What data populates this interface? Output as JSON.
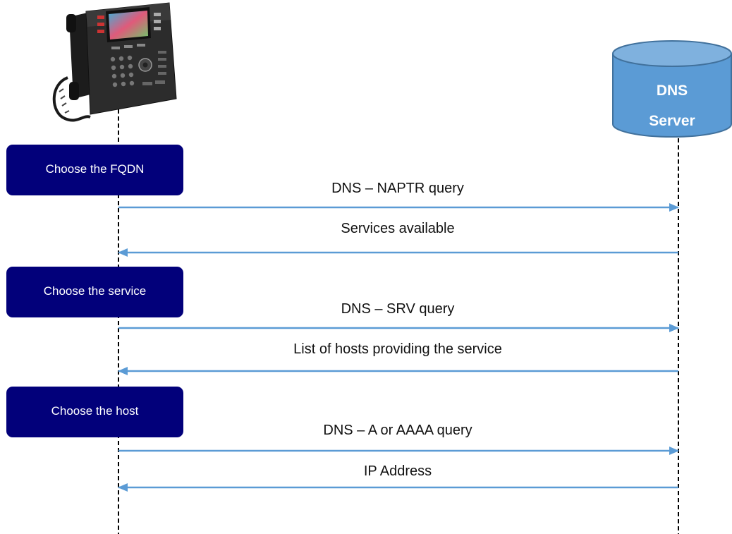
{
  "dns_server": {
    "label_line1": "DNS",
    "label_line2": "Server",
    "fill_color": "#5b9bd5",
    "stroke_color": "#41719c"
  },
  "steps": [
    {
      "label": "Choose the FQDN"
    },
    {
      "label": "Choose the service"
    },
    {
      "label": "Choose the host"
    }
  ],
  "messages": [
    {
      "label": "DNS – NAPTR query",
      "direction": "to-server"
    },
    {
      "label": "Services available",
      "direction": "to-phone"
    },
    {
      "label": "DNS – SRV query",
      "direction": "to-server"
    },
    {
      "label": "List of hosts providing the service",
      "direction": "to-phone"
    },
    {
      "label": "DNS – A or AAAA query",
      "direction": "to-server"
    },
    {
      "label": "IP Address",
      "direction": "to-phone"
    }
  ],
  "colors": {
    "step_box": "#02007a",
    "arrow": "#5b9bd5",
    "lifeline": "#000000"
  }
}
